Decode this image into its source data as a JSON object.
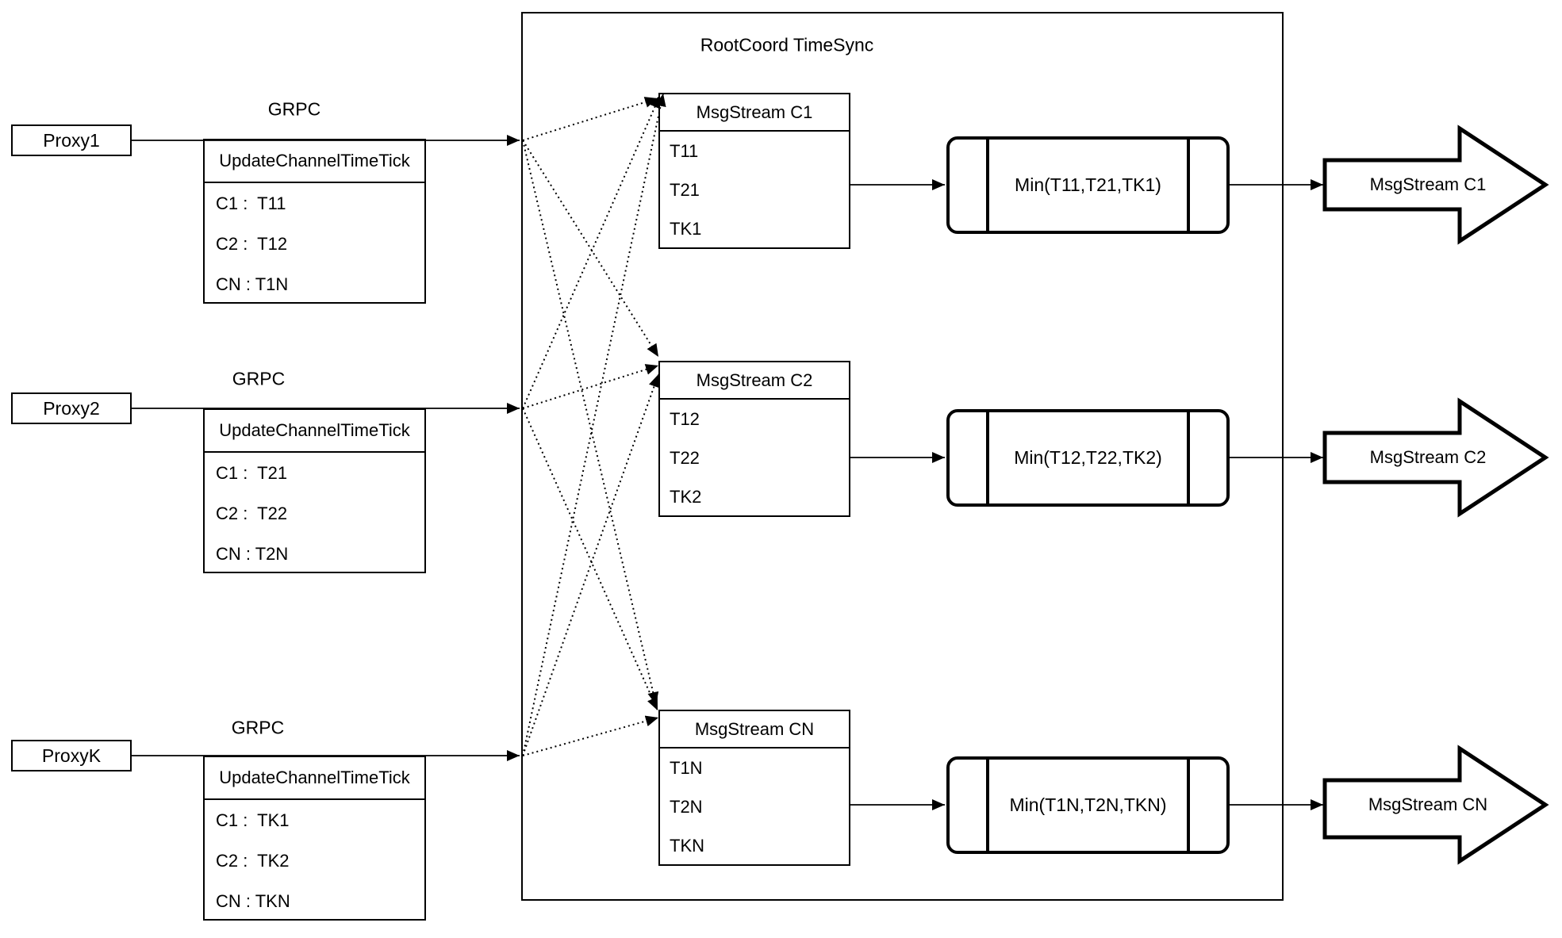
{
  "diagram": {
    "container_title": "RootCoord TimeSync"
  },
  "proxies": [
    {
      "name": "Proxy1",
      "protocol": "GRPC",
      "message_title": "UpdateChannelTimeTick",
      "entries": [
        "C1 :  T11",
        "C2 :  T12",
        "CN : T1N"
      ]
    },
    {
      "name": "Proxy2",
      "protocol": "GRPC",
      "message_title": "UpdateChannelTimeTick",
      "entries": [
        "C1 :  T21",
        "C2 :  T22",
        "CN : T2N"
      ]
    },
    {
      "name": "ProxyK",
      "protocol": "GRPC",
      "message_title": "UpdateChannelTimeTick",
      "entries": [
        "C1 :  TK1",
        "C2 :  TK2",
        "CN : TKN"
      ]
    }
  ],
  "streams": [
    {
      "table_title": "MsgStream C1",
      "ticks": [
        "T11",
        "T21",
        "TK1"
      ],
      "min_label": "Min(T11,T21,TK1)",
      "output_label": "MsgStream C1"
    },
    {
      "table_title": "MsgStream C2",
      "ticks": [
        "T12",
        "T22",
        "TK2"
      ],
      "min_label": "Min(T12,T22,TK2)",
      "output_label": "MsgStream C2"
    },
    {
      "table_title": "MsgStream CN",
      "ticks": [
        "T1N",
        "T2N",
        "TKN"
      ],
      "min_label": "Min(T1N,T2N,TKN)",
      "output_label": "MsgStream CN"
    }
  ],
  "colors": {
    "stroke": "#000000",
    "fill": "#ffffff"
  }
}
